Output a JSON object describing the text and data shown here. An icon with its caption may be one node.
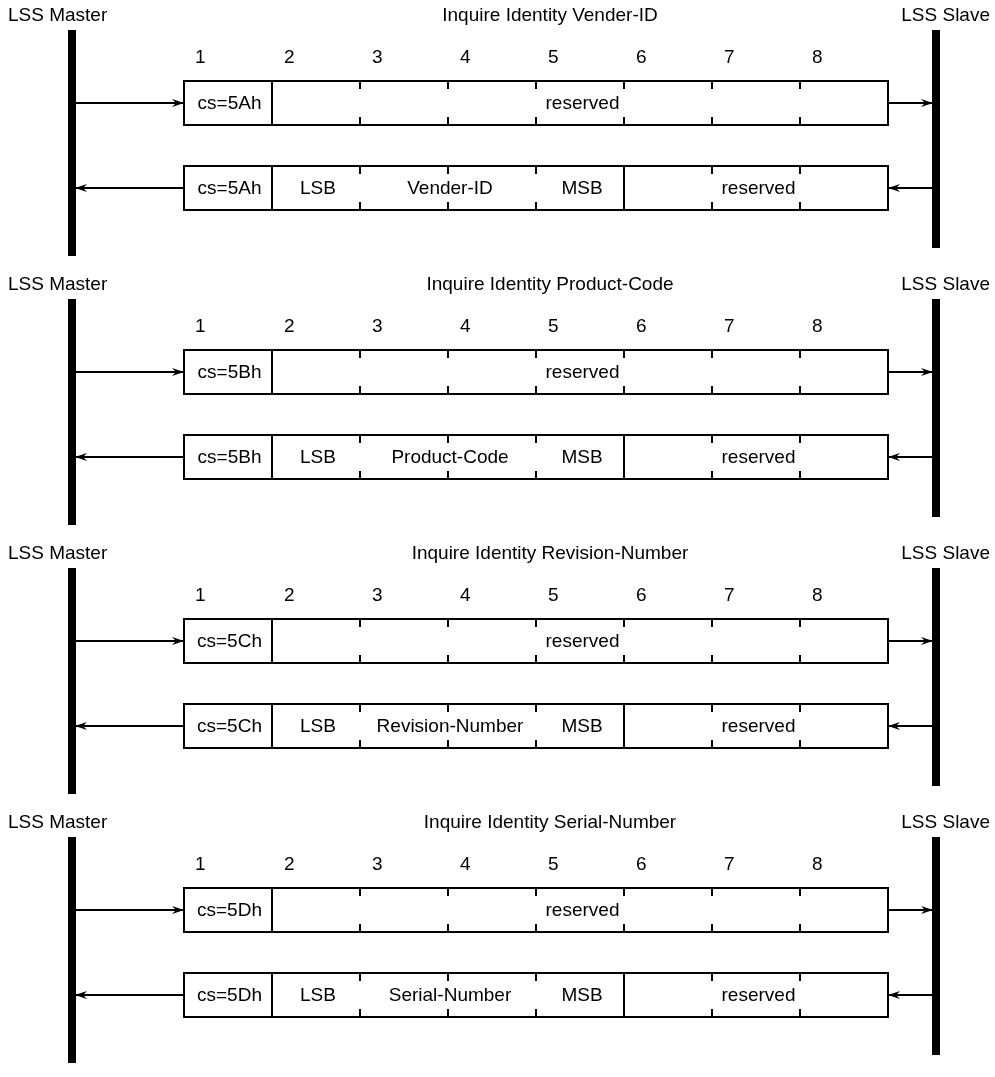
{
  "diagram": {
    "nodes": [
      {
        "text": [
          "LSS Master"
        ]
      },
      {
        "text": [
          "LSS Slave"
        ]
      },
      {
        "text": [
          "cs=5Ah",
          "reserved"
        ]
      },
      {
        "text": [
          "cs=5Ah",
          "LSB",
          "Vender-ID",
          "MSB",
          "reserved"
        ]
      },
      {
        "text": [
          "LSS Master"
        ]
      },
      {
        "text": [
          "LSS Slave"
        ]
      },
      {
        "text": [
          "cs=5Bh",
          "reserved"
        ]
      },
      {
        "text": [
          "cs=5Bh",
          "LSB",
          "Product-Code",
          "MSB",
          "reserved"
        ]
      },
      {
        "text": [
          "LSS Master"
        ]
      },
      {
        "text": [
          "LSS Slave"
        ]
      },
      {
        "text": [
          "cs=5Ch",
          "reserved"
        ]
      },
      {
        "text": [
          "cs=5Ch",
          "LSB",
          "Revision-Number",
          "MSB",
          "reserved"
        ]
      },
      {
        "text": [
          "LSS Master"
        ]
      },
      {
        "text": [
          "LSS Slave"
        ]
      },
      {
        "text": [
          "cs=5Dh",
          "reserved"
        ]
      },
      {
        "text": [
          "cs=5Dh",
          "LSB",
          "Serial-Number",
          "MSB",
          "reserved"
        ]
      }
    ],
    "edges": [
      {
        "from": 0,
        "to": 2,
        "arrow": "to"
      },
      {
        "from": 2,
        "to": 1,
        "arrow": "to"
      },
      {
        "from": 1,
        "to": 3,
        "arrow": "to"
      },
      {
        "from": 3,
        "to": 0,
        "arrow": "to"
      },
      {
        "from": 4,
        "to": 6,
        "arrow": "to"
      },
      {
        "from": 6,
        "to": 5,
        "arrow": "to"
      },
      {
        "from": 5,
        "to": 7,
        "arrow": "to"
      },
      {
        "from": 7,
        "to": 4,
        "arrow": "to"
      },
      {
        "from": 8,
        "to": 10,
        "arrow": "to"
      },
      {
        "from": 10,
        "to": 9,
        "arrow": "to"
      },
      {
        "from": 9,
        "to": 11,
        "arrow": "to"
      },
      {
        "from": 11,
        "to": 8,
        "arrow": "to"
      },
      {
        "from": 12,
        "to": 14,
        "arrow": "to"
      },
      {
        "from": 14,
        "to": 13,
        "arrow": "to"
      },
      {
        "from": 13,
        "to": 15,
        "arrow": "to"
      },
      {
        "from": 15,
        "to": 12,
        "arrow": "to"
      }
    ],
    "labels": [
      "Inquire Identity Vender-ID",
      "1",
      "2",
      "3",
      "4",
      "5",
      "6",
      "7",
      "8",
      "Inquire Identity Product-Code",
      "1",
      "2",
      "3",
      "4",
      "5",
      "6",
      "7",
      "8",
      "Inquire Identity Revision-Number",
      "1",
      "2",
      "3",
      "4",
      "5",
      "6",
      "7",
      "8",
      "Inquire Identity Serial-Number",
      "1",
      "2",
      "3",
      "4",
      "5",
      "6",
      "7",
      "8"
    ]
  }
}
